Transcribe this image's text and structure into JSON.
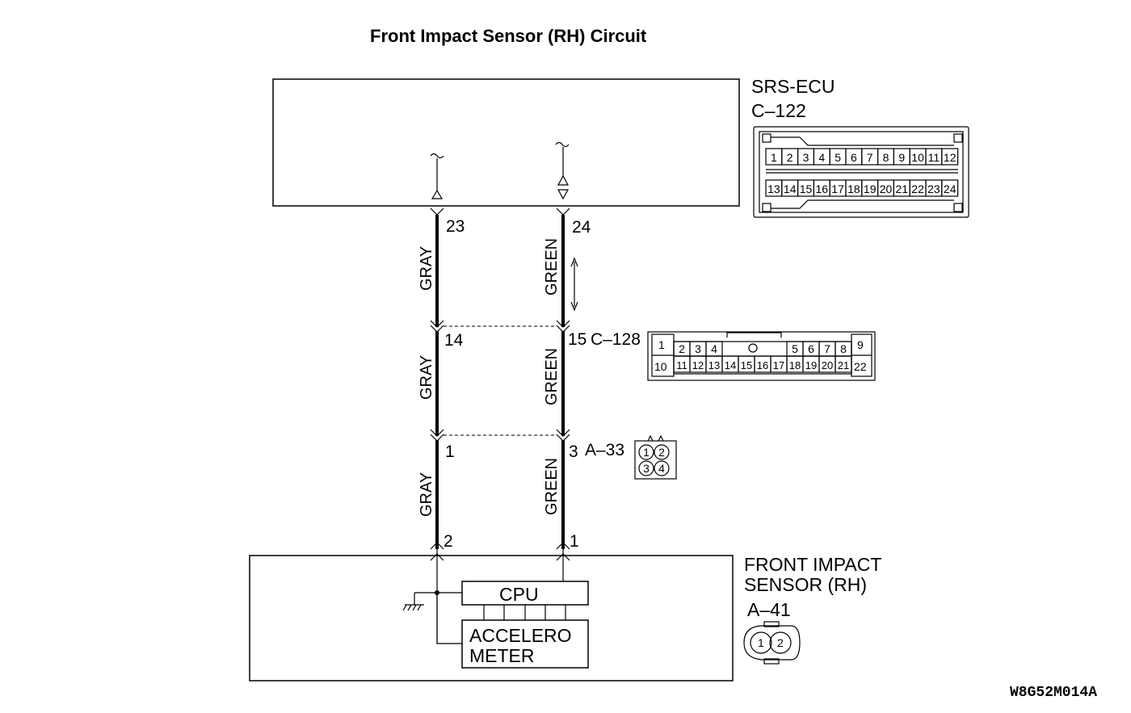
{
  "title": "Front Impact Sensor (RH) Circuit",
  "ecu": {
    "name": "SRS-ECU",
    "connector": "C–122"
  },
  "ecu_connector_pins_top": [
    "1",
    "2",
    "3",
    "4",
    "5",
    "6",
    "7",
    "8",
    "9",
    "10",
    "11",
    "12"
  ],
  "ecu_connector_pins_bottom": [
    "13",
    "14",
    "15",
    "16",
    "17",
    "18",
    "19",
    "20",
    "21",
    "22",
    "23",
    "24"
  ],
  "wires": {
    "left": {
      "ecu_pin": "23",
      "c128_pin": "14",
      "a33_pin": "1",
      "sensor_pin": "2",
      "color": "GRAY"
    },
    "right": {
      "ecu_pin": "24",
      "c128_pin": "15",
      "a33_pin": "3",
      "sensor_pin": "1",
      "color": "GREEN"
    }
  },
  "c128": {
    "name": "C–128",
    "pins_top_left": [
      "2",
      "3",
      "4"
    ],
    "pins_top_right": [
      "5",
      "6",
      "7",
      "8"
    ],
    "pins_bottom": [
      "11",
      "12",
      "13",
      "14",
      "15",
      "16",
      "17",
      "18",
      "19",
      "20",
      "21"
    ],
    "pin_1": "1",
    "pin_9": "9",
    "pin_10": "10",
    "pin_22": "22"
  },
  "a33": {
    "name": "A–33",
    "pins": [
      "1",
      "2",
      "3",
      "4"
    ]
  },
  "sensor": {
    "name_line1": "FRONT IMPACT",
    "name_line2": "SENSOR (RH)",
    "connector": "A–41",
    "pins": [
      "1",
      "2"
    ],
    "cpu_label": "CPU",
    "accel_line1": "ACCELERO",
    "accel_line2": "METER"
  },
  "diagram_code": "W8G52M014A"
}
